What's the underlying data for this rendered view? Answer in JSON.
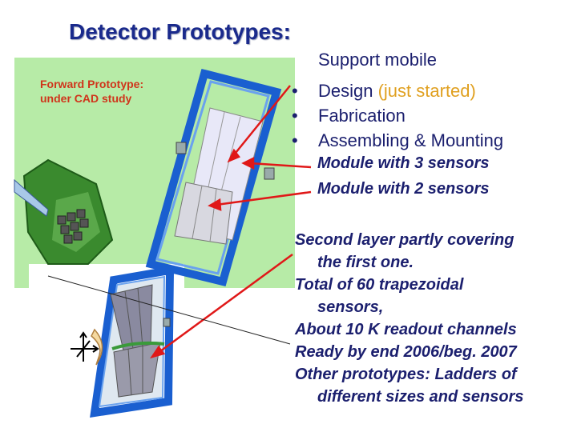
{
  "slide": {
    "title": "Detector Prototypes:",
    "support_heading": "Support mobile",
    "cad_caption_line1": "Forward Prototype:",
    "cad_caption_line2": "under CAD study",
    "bullets": [
      {
        "text": "Design ",
        "sub": "(just started)"
      },
      {
        "text": "Fabrication",
        "sub": ""
      },
      {
        "text": "Assembling & Mounting",
        "sub": ""
      }
    ],
    "module_3": "Module with 3 sensors",
    "module_2": "Module with 2 sensors",
    "notes": [
      {
        "line1": "Second layer partly covering",
        "line2": "the first one."
      },
      {
        "line1": "Total of 60 trapezoidal",
        "line2": "sensors,"
      },
      {
        "line1": "About 10 K readout channels",
        "line2": ""
      },
      {
        "line1": "Ready by end 2006/beg. 2007",
        "line2": ""
      },
      {
        "line1": "Other prototypes:  Ladders of",
        "line2": "different sizes and sensors"
      }
    ]
  },
  "colors": {
    "title": "#1a2a8c",
    "text": "#1b1f6e",
    "caption": "#d0341b",
    "cad_background": "#b7eba7",
    "arrow": "#e01818",
    "highlight": "#e0a020"
  }
}
